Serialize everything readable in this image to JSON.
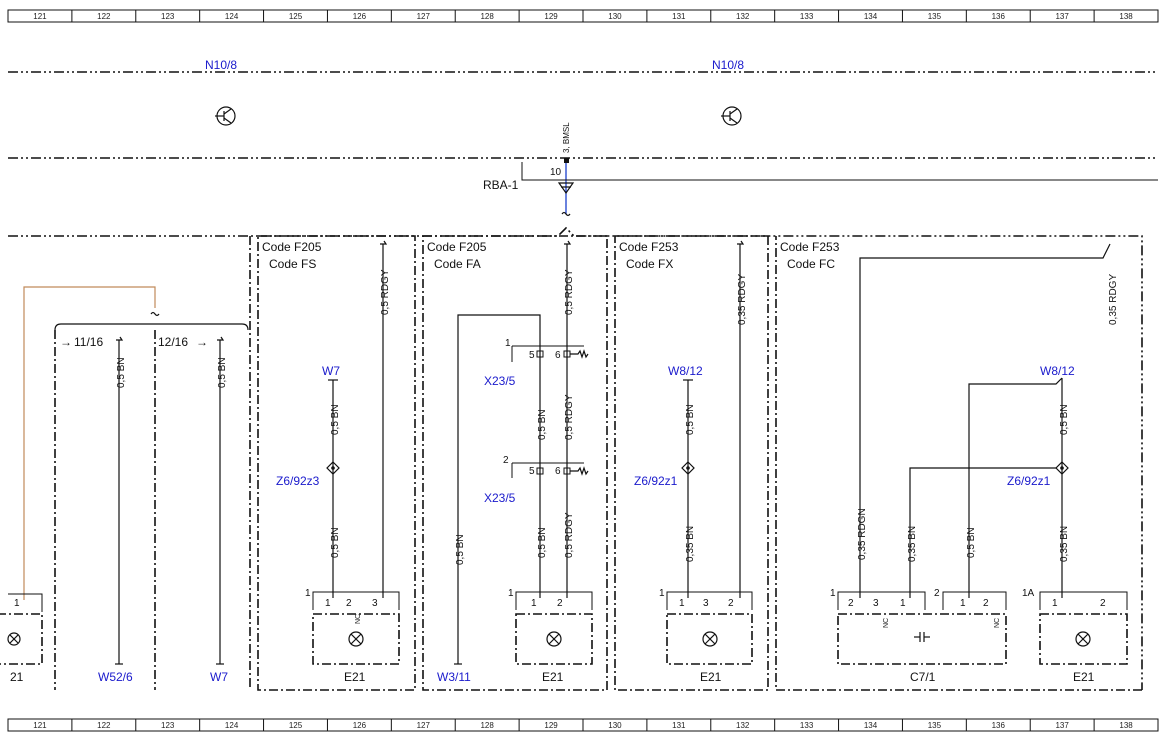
{
  "ruler": {
    "columns": [
      "121",
      "122",
      "123",
      "124",
      "125",
      "126",
      "127",
      "128",
      "129",
      "130",
      "131",
      "132",
      "133",
      "134",
      "135",
      "136",
      "137",
      "138"
    ]
  },
  "top": {
    "module_left": "N10/8",
    "module_right": "N10/8",
    "bus_pin": "3, BMSL",
    "connector_pin": "10",
    "connector_label": "RBA-1"
  },
  "sections": {
    "left": {
      "ref_a": "11/16",
      "ref_b": "12/16",
      "wire_a": "0,5 BN",
      "wire_b": "0,5 BN",
      "dest_a": "W52/6",
      "dest_b": "W7",
      "partial_pin": "1",
      "partial_label": "21"
    },
    "fs": {
      "code1": "Code F205",
      "code2": "Code FS",
      "ground": "W7",
      "wire_top": "0,5 BN",
      "splice": "Z6/92z3",
      "wire_bottom": "0,5 BN",
      "wire_feed": "0,5 RDGY",
      "lamp_pin_group": "1",
      "pins": [
        "1",
        "2",
        "3"
      ],
      "nc": "NC",
      "lamp": "E21"
    },
    "fa": {
      "code1": "Code F205",
      "code2": "Code FA",
      "conn_top_num": "1",
      "conn_top": "X23/5",
      "conn_bottom_num": "2",
      "conn_bottom": "X23/5",
      "pin5": "5",
      "pin6": "6",
      "wire_feed_top": "0,5 RDGY",
      "wire_mid_bn": "0,5 BN",
      "wire_mid_rdgy": "0,5 RDGY",
      "wire_bot_bn": "0,5 BN",
      "wire_bot_rdgy": "0,5 RDGY",
      "wire_ground": "0,5 BN",
      "ground": "W3/11",
      "lamp_pin_group": "1",
      "pins": [
        "1",
        "2"
      ],
      "lamp": "E21"
    },
    "fx": {
      "code1": "Code F253",
      "code2": "Code FX",
      "ground": "W8/12",
      "wire_top": "0,5 BN",
      "splice": "Z6/92z1",
      "wire_bottom": "0,35 BN",
      "wire_feed": "0,35 RDGY",
      "lamp_pin_group": "1",
      "pins": [
        "1",
        "3",
        "2"
      ],
      "lamp": "E21"
    },
    "fc": {
      "code1": "Code F253",
      "code2": "Code FC",
      "wire_feed": "0,35 RDGY",
      "ground": "W8/12",
      "wire_top": "0,5 BN",
      "splice": "Z6/92z1",
      "wire_rdgn": "0,35 RDGN",
      "wire_bn1": "0,35 BN",
      "wire_bn2": "0,5 BN",
      "wire_bn3": "0,35 BN",
      "c7_group1": "1",
      "c7_group2": "2",
      "c7_pins_a": [
        "2",
        "3",
        "1"
      ],
      "c7_pins_b": [
        "1",
        "2"
      ],
      "c7_label": "C7/1",
      "e21_group": "1A",
      "e21_pins": [
        "1",
        "2"
      ],
      "nc": "NC",
      "lamp": "E21"
    }
  }
}
